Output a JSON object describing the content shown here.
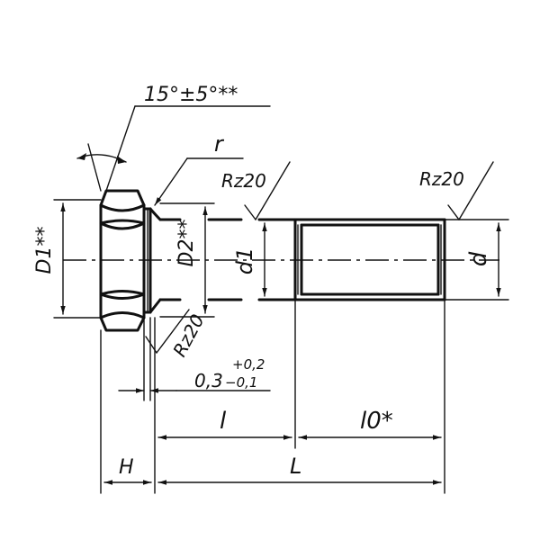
{
  "labels": {
    "angle": "15°±5°**",
    "radius": "r",
    "rz_head": "Rz20",
    "rz_shank": "Rz20",
    "rz_thread": "Rz20",
    "d1_head": "D1**",
    "d2_collar": "D2**",
    "d_shank": "d1",
    "d_thread": "d",
    "offset_main": "0,3",
    "offset_upper": "+0,2",
    "offset_lower": "−0,1",
    "len_l": "l",
    "len_l0": "l0*",
    "len_H": "H",
    "len_L": "L"
  }
}
